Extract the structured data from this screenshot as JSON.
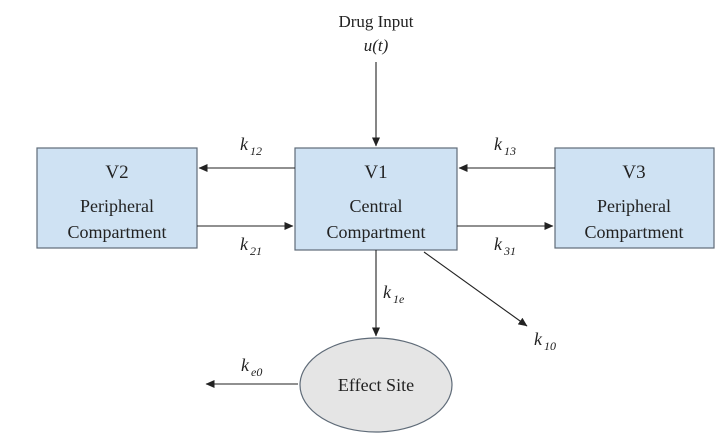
{
  "input": {
    "title": "Drug Input",
    "signal": "u(t)"
  },
  "compartments": {
    "v1": {
      "name": "V1",
      "line1": "Central",
      "line2": "Compartment"
    },
    "v2": {
      "name": "V2",
      "line1": "Peripheral",
      "line2": "Compartment"
    },
    "v3": {
      "name": "V3",
      "line1": "Peripheral",
      "line2": "Compartment"
    }
  },
  "effect_site": {
    "label": "Effect Site"
  },
  "rate_constants": {
    "k12": {
      "base": "k",
      "sub": "12"
    },
    "k21": {
      "base": "k",
      "sub": "21"
    },
    "k13": {
      "base": "k",
      "sub": "13"
    },
    "k31": {
      "base": "k",
      "sub": "31"
    },
    "k1e": {
      "base": "k",
      "sub": "1e"
    },
    "k10": {
      "base": "k",
      "sub": "10"
    },
    "ke0": {
      "base": "k",
      "sub": "e0"
    }
  },
  "colors": {
    "compartment_fill": "#cfe2f3",
    "effect_fill": "#e5e5e5",
    "stroke": "#5f6b78"
  }
}
